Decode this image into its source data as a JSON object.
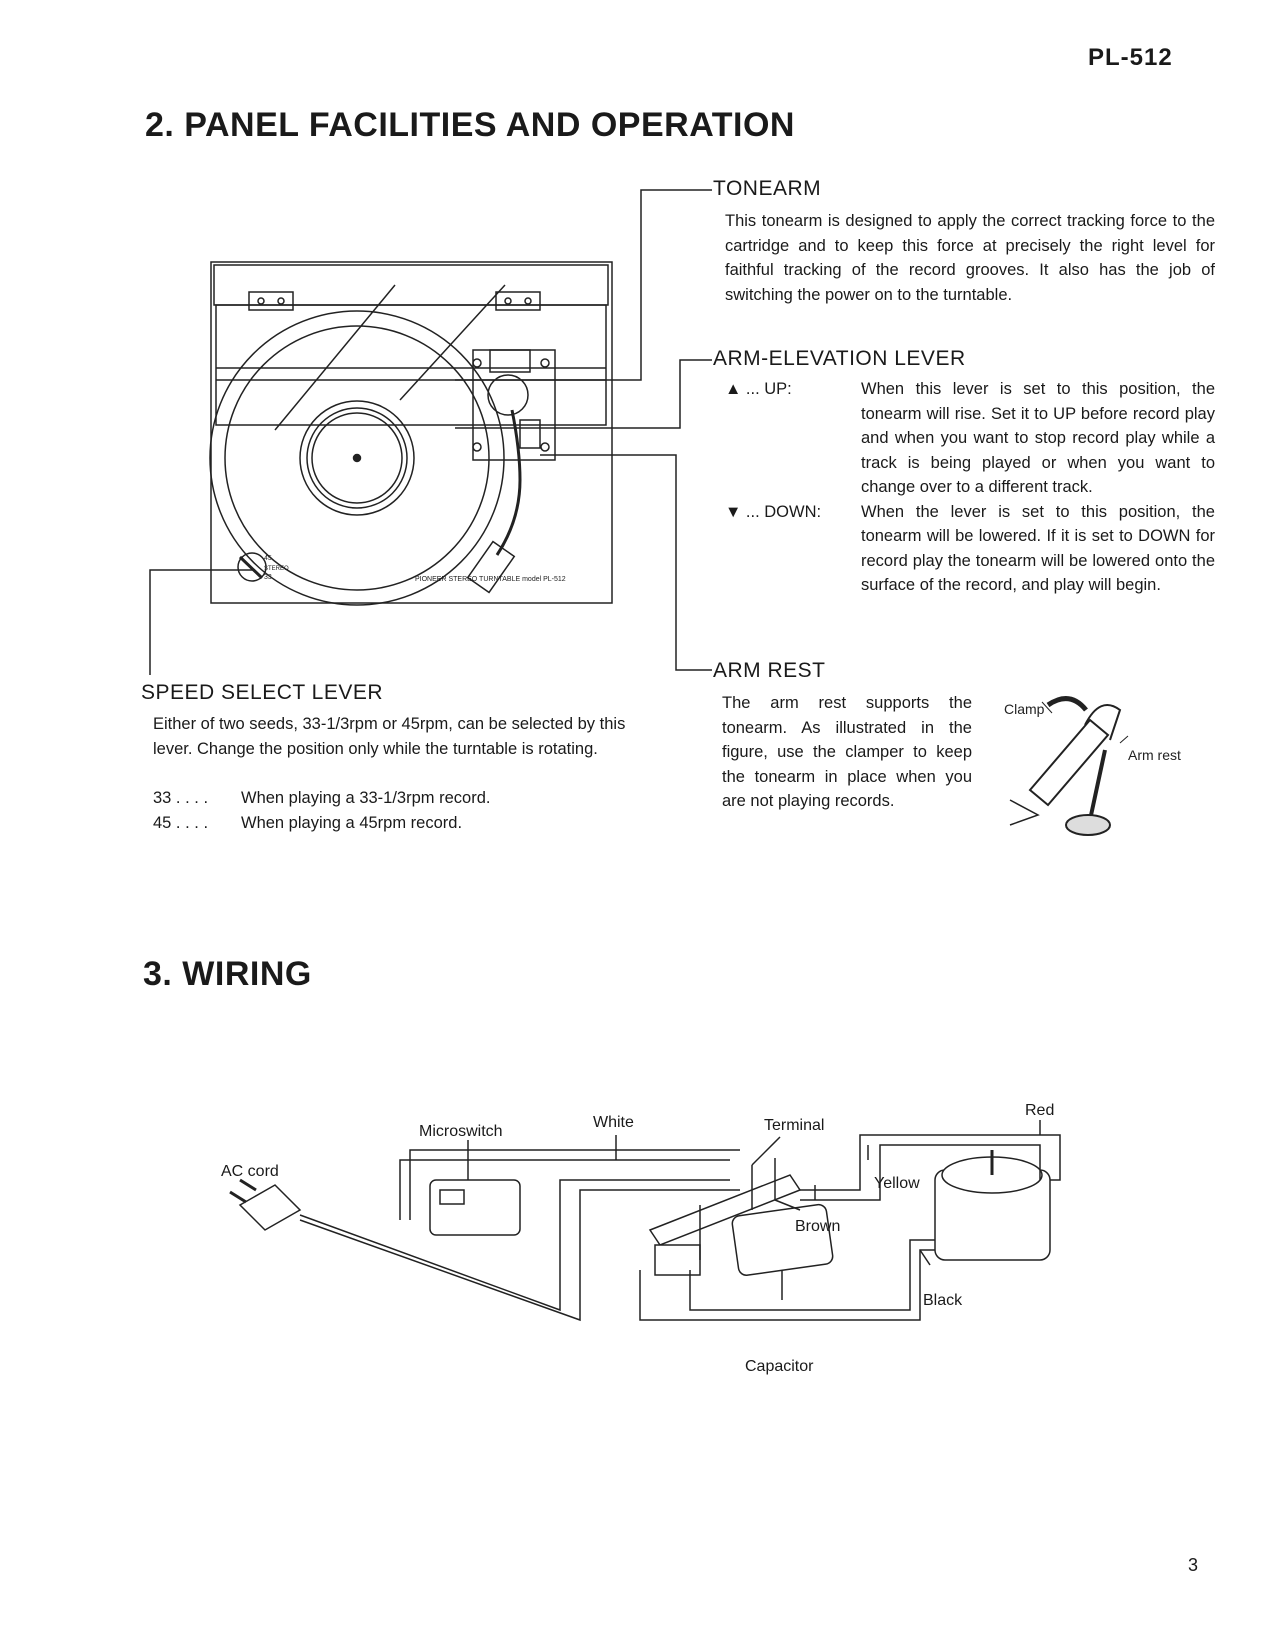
{
  "header": {
    "model": "PL-512"
  },
  "section2": {
    "title": "2. PANEL FACILITIES AND OPERATION",
    "tonearm": {
      "heading": "TONEARM",
      "text": "This tonearm is designed to apply the correct tracking force to the cartridge and to keep this force at precisely the right level for faithful tracking of the record grooves. It also has the job of switching the power on to the turntable."
    },
    "arm_elevation": {
      "heading": "ARM-ELEVATION LEVER",
      "up_key": "▲ ... UP:",
      "up_text": "When this lever is set to this position, the tonearm will rise. Set it to UP before record play and when you want to stop record play while a track is being played or when you want to change over to a different track.",
      "down_key": "▼ ... DOWN:",
      "down_text": "When the lever is set to this position, the tonearm will be lowered. If it is set to DOWN for record play the tonearm will be lowered onto the surface of the record, and play will begin."
    },
    "arm_rest": {
      "heading": "ARM REST",
      "text": "The arm rest supports the tonearm. As illustrated in the figure, use the clamper to keep the tonearm in place when you are not playing records.",
      "clamp_label": "Clamp",
      "arm_rest_label": "Arm rest"
    },
    "speed_select": {
      "heading": "SPEED SELECT LEVER",
      "text": "Either of two seeds, 33-1/3rpm or 45rpm, can be selected by this lever. Change the position only while the turntable is rotating.",
      "rows": [
        {
          "key": "33 . . . .",
          "value": "When playing a 33-1/3rpm record."
        },
        {
          "key": "45 . . . .",
          "value": "When playing a 45rpm record."
        }
      ]
    },
    "turntable_nameplate": "PIONEER STEREO TURNTABLE model PL-512",
    "speed_marks": [
      "45",
      "STEREO",
      "33"
    ]
  },
  "section3": {
    "title": "3. WIRING",
    "labels": {
      "ac_cord": "AC cord",
      "microswitch": "Microswitch",
      "white": "White",
      "terminal": "Terminal",
      "red": "Red",
      "yellow": "Yellow",
      "brown": "Brown",
      "black": "Black",
      "capacitor": "Capacitor"
    }
  },
  "footer": {
    "page_number": "3"
  }
}
